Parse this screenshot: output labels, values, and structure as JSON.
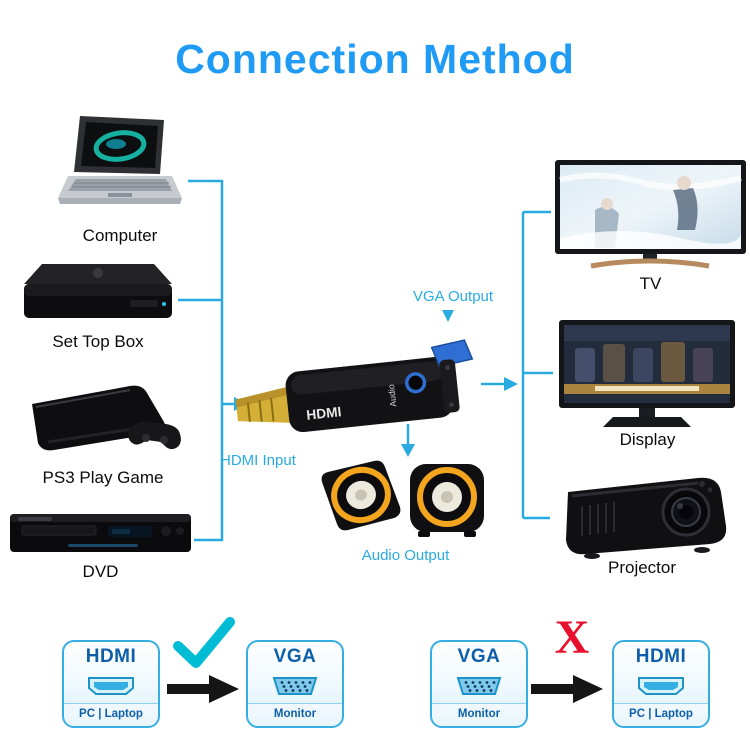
{
  "title": "Connection Method",
  "colors": {
    "title": "#1F9BF5",
    "accent": "#29ABE2",
    "check": "#00BCD4",
    "cross": "#E8112D",
    "box-border": "#35AEE3",
    "box-text": "#0E5FA9"
  },
  "sources": [
    {
      "label": "Computer"
    },
    {
      "label": "Set Top Box"
    },
    {
      "label": "PS3 Play Game"
    },
    {
      "label": "DVD"
    }
  ],
  "destinations": [
    {
      "label": "TV"
    },
    {
      "label": "Display"
    },
    {
      "label": "Projector"
    }
  ],
  "adapter": {
    "input_label": "HDMI Input",
    "output_label": "VGA Output",
    "audio_label": "Audio Output",
    "body_text": "HDMI",
    "audio_text": "Audio"
  },
  "comparison": {
    "correct": {
      "from": {
        "title": "HDMI",
        "subtitle": "PC | Laptop"
      },
      "to": {
        "title": "VGA",
        "subtitle": "Monitor"
      },
      "mark": "✓"
    },
    "wrong": {
      "from": {
        "title": "VGA",
        "subtitle": "Monitor"
      },
      "to": {
        "title": "HDMI",
        "subtitle": "PC | Laptop"
      },
      "mark": "X"
    }
  }
}
